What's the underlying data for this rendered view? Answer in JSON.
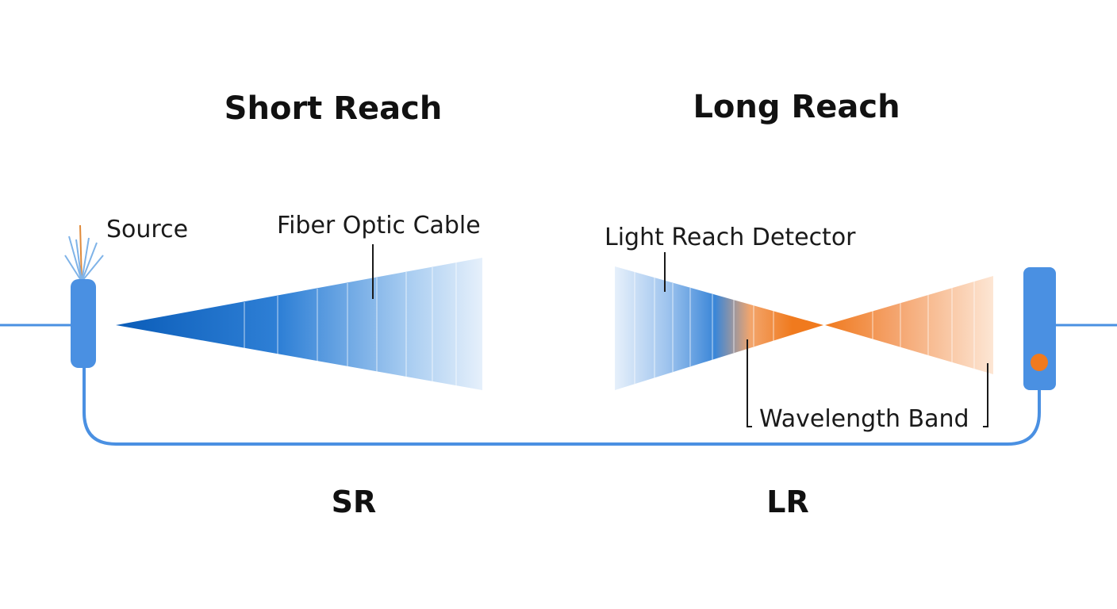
{
  "headings": {
    "short_reach": "Short Reach",
    "long_reach": "Long Reach"
  },
  "labels": {
    "source": "Source",
    "fiber_optic_cable": "Fiber Optic Cable",
    "light_reach_detector": "Light Reach Detector",
    "wavelength_band": "Wavelength Band"
  },
  "codes": {
    "sr": "SR",
    "lr": "LR"
  },
  "colors": {
    "blue_dark": "#0a5cb8",
    "blue_light": "#e6f0fb",
    "orange": "#f07a1e",
    "orange_light": "#fde6d4",
    "device_blue": "#4a90e2",
    "line_blue": "#4a90e2",
    "detector_dot": "#f07a1e"
  }
}
